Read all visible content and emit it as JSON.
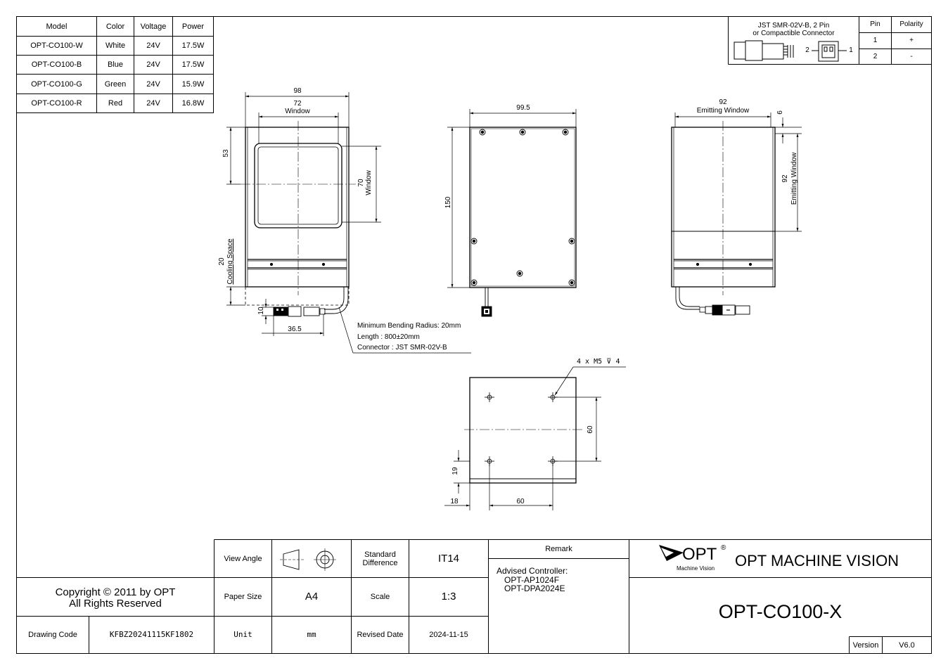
{
  "spec_table": {
    "headers": [
      "Model",
      "Color",
      "Voltage",
      "Power"
    ],
    "rows": [
      [
        "OPT-CO100-W",
        "White",
        "24V",
        "17.5W"
      ],
      [
        "OPT-CO100-B",
        "Blue",
        "24V",
        "17.5W"
      ],
      [
        "OPT-CO100-G",
        "Green",
        "24V",
        "15.9W"
      ],
      [
        "OPT-CO100-R",
        "Red",
        "24V",
        "16.8W"
      ]
    ]
  },
  "connector_table": {
    "title_line1": "JST SMR-02V-B, 2 Pin",
    "title_line2": "or Compactible Connector",
    "pin_label_2": "2",
    "pin_label_1": "1",
    "headers": [
      "Pin",
      "Polarity"
    ],
    "rows": [
      [
        "1",
        "+"
      ],
      [
        "2",
        "-"
      ]
    ]
  },
  "front_view": {
    "dim_width": "98",
    "dim_window_w": "72",
    "window_label": "Window",
    "dim_top": "53",
    "dim_window_h": "70",
    "window_label_v": "Window",
    "dim_cooling": "20",
    "cooling_label": "Cooling Space",
    "dim_cable_10": "10",
    "dim_cable_365": "36.5"
  },
  "cable_notes": {
    "line1": "Minimum Bending Radius: 20mm",
    "line2": "Length : 800±20mm",
    "line3": "Connector : JST SMR-02V-B"
  },
  "back_view": {
    "dim_width": "99.5",
    "dim_height": "150"
  },
  "side_view": {
    "dim_width": "92",
    "emit_label": "Emitting Window",
    "dim_6": "6",
    "dim_height": "92",
    "emit_label_v": "Emitting Window"
  },
  "bottom_view": {
    "hole_note": "4 x M5 ⊽ 4",
    "dim_60_v": "60",
    "dim_19": "19",
    "dim_18": "18",
    "dim_60_h": "60"
  },
  "title_block": {
    "copyright_line1": "Copyright © 2011 by OPT",
    "copyright_line2": "All Rights Reserved",
    "drawing_code_label": "Drawing Code",
    "drawing_code": "KFBZ20241115KF1802",
    "view_angle_label": "View Angle",
    "paper_size_label": "Paper Size",
    "paper_size": "A4",
    "unit_label": "Unit",
    "unit": "mm",
    "std_diff_label": "Standard\nDifference",
    "std_diff": "IT14",
    "scale_label": "Scale",
    "scale": "1:3",
    "revised_label": "Revised Date",
    "revised": "2024-11-15",
    "remark_label": "Remark",
    "remark_line1": "Advised Controller:",
    "remark_line2": "OPT-AP1024F",
    "remark_line3": "OPT-DPA2024E",
    "logo_text": "OPT",
    "logo_reg": "®",
    "logo_sub": "Machine Vision",
    "company": "OPT MACHINE VISION",
    "part_number": "OPT-CO100-X",
    "version_label": "Version",
    "version": "V6.0"
  }
}
